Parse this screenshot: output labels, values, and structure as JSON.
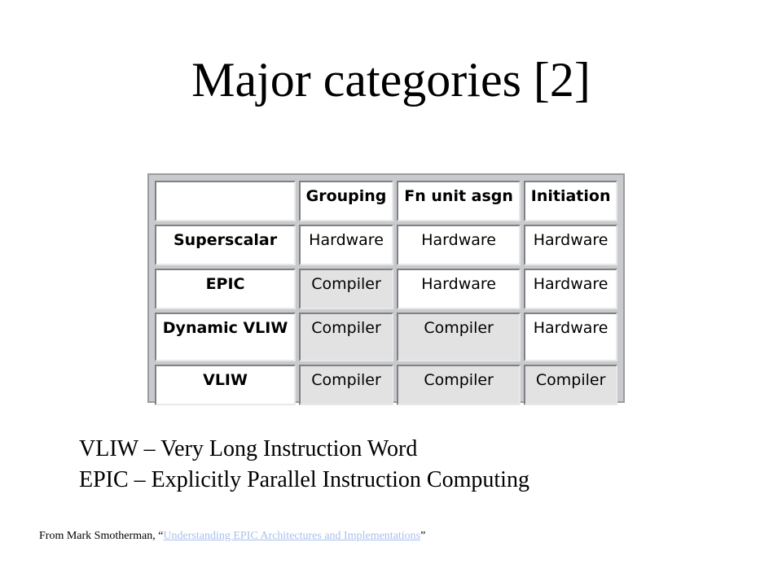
{
  "slide": {
    "title": "Major categories [2]",
    "table": {
      "headers": [
        "",
        "Grouping",
        "Fn unit asgn",
        "Initiation"
      ],
      "rows": [
        {
          "label": "Superscalar",
          "cells": [
            "Hardware",
            "Hardware",
            "Hardware"
          ]
        },
        {
          "label": "EPIC",
          "cells": [
            "Compiler",
            "Hardware",
            "Hardware"
          ]
        },
        {
          "label": "Dynamic VLIW",
          "cells": [
            "Compiler",
            "Compiler",
            "Hardware"
          ]
        },
        {
          "label": "VLIW",
          "cells": [
            "Compiler",
            "Compiler",
            "Compiler"
          ]
        }
      ],
      "shaded_value": "Compiler",
      "shade_color": "#e2e2e2"
    },
    "definitions": [
      "VLIW – Very Long Instruction Word",
      "EPIC – Explicitly Parallel Instruction Computing"
    ],
    "credit": {
      "prefix": "From Mark Smotherman, “",
      "link_text": "Understanding EPIC Architectures and Implementations",
      "suffix": "”",
      "link_color": "#a8c0ef"
    }
  }
}
